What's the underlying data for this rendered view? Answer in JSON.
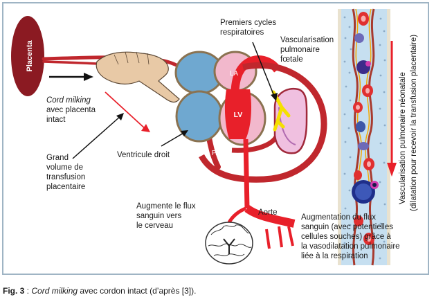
{
  "labels": {
    "placenta": "Placenta",
    "cord_milking_1": "Cord milking",
    "cord_milking_2": "avec placenta",
    "cord_milking_3": "intact",
    "grand_volume": [
      "Grand",
      "volume de",
      "transfusion",
      "placentaire"
    ],
    "ventricule_droit": "Ventricule droit",
    "premiers_cycles": [
      "Premiers cycles",
      "respiratoires"
    ],
    "vascularisation_foetale": [
      "Vascularisation",
      "pulmonaire",
      "fœtale"
    ],
    "la": "LA",
    "lv": "LV",
    "pa": "PA",
    "aorte": "Aorte",
    "augmente_flux": [
      "Augmente le flux",
      "sanguin vers",
      "le cerveau"
    ],
    "augmentation_flux": [
      "Augmentation du flux",
      "sanguin (avec potentielles",
      "cellules souches) grâce à",
      "la vasodilatation pulmonaire",
      "liée à la respiration"
    ],
    "vertical_1": "Vascularisation pulmonaire néonatale",
    "vertical_2": "(dilatation pour recevoir la transfusion placentaire)"
  },
  "caption": {
    "fig": "Fig. 3",
    "sep": " : ",
    "italic": "Cord milking",
    "rest": " avec cordon intact (d’après [3])."
  },
  "colors": {
    "vessel_red": "#c0272d",
    "bright_red": "#e8202a",
    "placenta": "#8b1a22",
    "heart_blue": "#6fa8d0",
    "heart_brown": "#8a7250",
    "heart_pink": "#f2b8cc",
    "lung_yellow": "#f5e000",
    "frame_border": "#9fb4c4"
  }
}
